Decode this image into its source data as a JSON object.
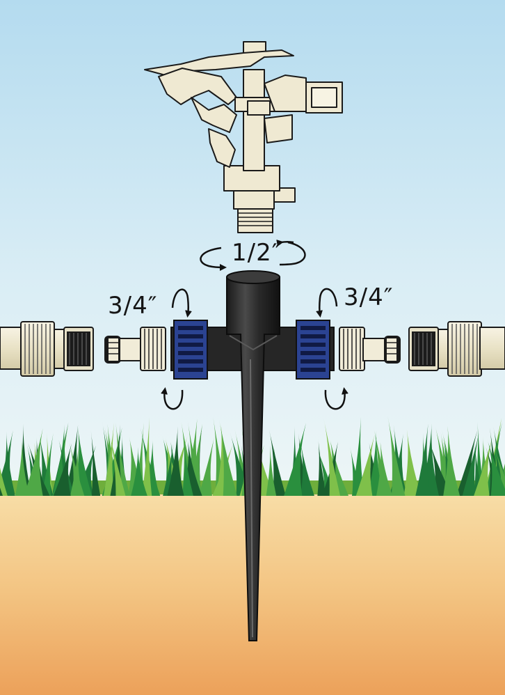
{
  "labels": {
    "top_thread": "1/2″",
    "left_thread": "3/4″",
    "right_thread": "3/4″"
  },
  "colors": {
    "sky_top": "#b6dcef",
    "sky_bottom": "#eaf4f7",
    "soil_top": "#f6d9a0",
    "soil_bottom": "#eea65e",
    "grass_dark": "#1f7a3a",
    "grass_light": "#7fc04a",
    "plastic_cream": "#efe9d2",
    "spike_black": "#232323",
    "quick_connect_blue": "#2b4392"
  },
  "icons": [
    "sprinkler-head-icon",
    "spike-icon",
    "hose-connector-icon",
    "rotate-arrow-icon"
  ]
}
